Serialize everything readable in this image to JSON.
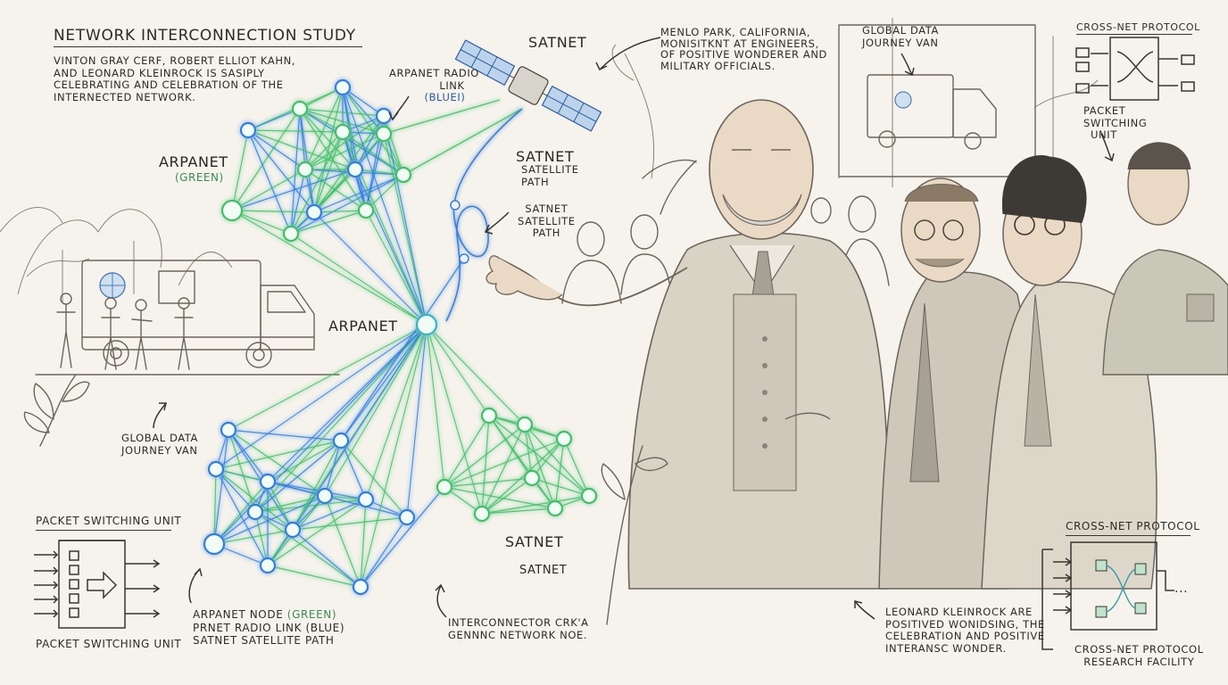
{
  "title": "NETWORK INTERCONNECTION STUDY",
  "intro": [
    "VINTON GRAY CERF, ROBERT ELLIOT KAHN,",
    "AND LEONARD KLEINROCK IS SASIPLY",
    "CELEBRATING AND CELEBRATION OF THE",
    "INTERNECTED NETWORK."
  ],
  "network": {
    "arpanet_top": "ARPANET",
    "arpanet_top_sub": "(GREEN)",
    "arpanet_center": "ARPANET",
    "radio_link": [
      "ARPANET RADIO",
      "LINK",
      "(BLUEI)"
    ],
    "satnet_top": "SATNET",
    "satnet_mid": "SATNET",
    "satnet_mid_sub": [
      "SATELLITE",
      "PATH"
    ],
    "satnet_small": [
      "SATNET",
      "SATELLITE",
      "PATH"
    ],
    "satnet_bottom_right": "SATNET",
    "satnet_bottom": "SATNET"
  },
  "menlo_park": [
    "MENLO PARK, CALIFORNIA,",
    "MONISITKNT AT ENGINEERS,",
    "OF POSITIVE WONDERER AND",
    "MILITARY OFFICIALS."
  ],
  "van_left": [
    "GLOBAL DATA",
    "JOURNEY VAN"
  ],
  "van_top": [
    "GLOBAL DATA",
    "JOURNEY VAN"
  ],
  "packet_unit": {
    "title": "PACKET SWITCHING UNIT",
    "caption": "PACKET SWITCHING UNIT"
  },
  "legend": {
    "line1_prefix": "ARPANET NODE ",
    "line1_green": "(GREEN)",
    "line2": "PRNET RADIO LINK (BLUE)",
    "line3": "SATNET SATELLITE PATH"
  },
  "interconnector": [
    "INTERCONNECTOR CRK'A",
    "GENNNC NETWORK NOE."
  ],
  "kleinrock": [
    "LEONARD KLEINROCK ARE",
    "POSITIVED WONIDSING, THE",
    "CELEBRATION AND POSITIVE",
    "INTERANSC WONDER."
  ],
  "cross_net_top": {
    "title": "CROSS-NET PROTOCOL",
    "packet_label": [
      "PACKET",
      "SWITCHING",
      "UNIT"
    ]
  },
  "cross_net_bottom": {
    "title": "CROSS-NET PROTOCOL",
    "caption": [
      "CROSS-NET PROTOCOL",
      "RESEARCH FACILITY"
    ],
    "dots": "..."
  },
  "colors": {
    "green": "#3fbf6a",
    "blue": "#2f7fe0",
    "ink": "#3a3530",
    "paper": "#f6f3ec"
  }
}
